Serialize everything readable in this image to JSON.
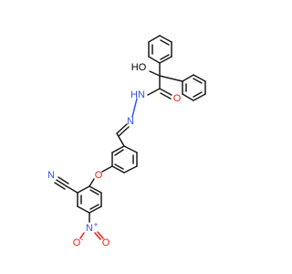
{
  "structure": {
    "atoms": {
      "ho_label": "HO",
      "carbonyl_o_label": "O",
      "nh_label": "N",
      "nh_h_label": "H",
      "imine_n_label": "N",
      "ether_o_label": "O",
      "nitrile_n_label": "N",
      "nitro_n_label": "N",
      "nitro_n_charge": "+",
      "nitro_o1_label": "O",
      "nitro_o1_charge": "-",
      "nitro_o2_label": "O"
    }
  },
  "colors": {
    "carbon": "#1a1a1a",
    "nitrogen": "#3050f8",
    "oxygen": "#e8201a",
    "background": "#ffffff"
  }
}
